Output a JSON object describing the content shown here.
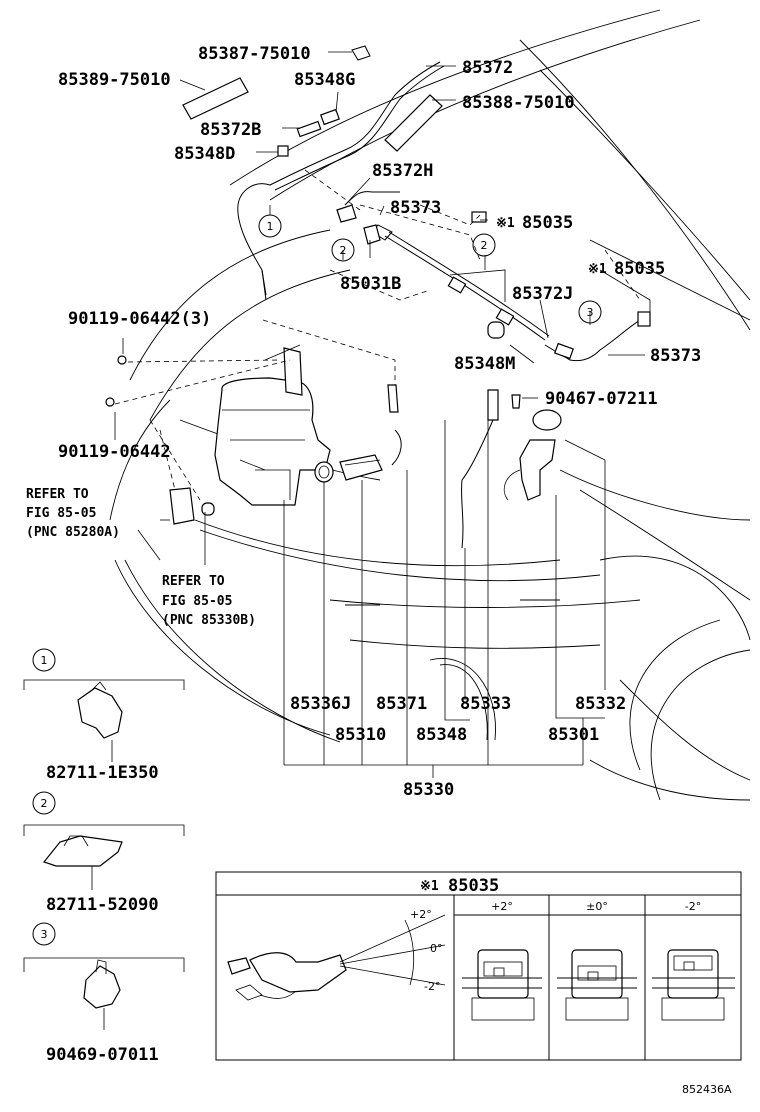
{
  "labels": {
    "p85387": "85387-75010",
    "p85389": "85389-75010",
    "p85372": "85372",
    "p85348G": "85348G",
    "p85388": "85388-75010",
    "p85372B": "85372B",
    "p85348D": "85348D",
    "p85372H": "85372H",
    "p85373a": "85373",
    "p85035a_mark": "※1",
    "p85035a": "85035",
    "p85035b_mark": "※1",
    "p85035b": "85035",
    "p85031B": "85031B",
    "p85372J": "85372J",
    "p90119_3": "90119-06442(3)",
    "p85348M": "85348M",
    "p85373b": "85373",
    "p90467": "90467-07211",
    "p90119": "90119-06442",
    "refer1_a": "REFER TO",
    "refer1_b": "FIG 85-05",
    "refer1_c": "(PNC 85280A)",
    "refer2_a": "REFER TO",
    "refer2_b": "FIG 85-05",
    "refer2_c": "(PNC 85330B)",
    "p85336J": "85336J",
    "p85371": "85371",
    "p85333": "85333",
    "p85332": "85332",
    "p85310": "85310",
    "p85348": "85348",
    "p85301": "85301",
    "p85330": "85330",
    "clip1_num": "1",
    "clip1_pn": "82711-1E350",
    "clip2_num": "2",
    "clip2_pn": "82711-52090",
    "clip3_num": "3",
    "clip3_pn": "90469-07011",
    "circ1": "1",
    "circ2a": "2",
    "circ2b": "2",
    "circ3": "3",
    "inset_mark": "※1",
    "inset_title": "85035",
    "angle_plus": "+2°",
    "angle_zero": "0°",
    "angle_minus": "-2°",
    "col_plus": "+2°",
    "col_zero": "±0°",
    "col_minus": "-2°",
    "figure_code": "852436A"
  }
}
